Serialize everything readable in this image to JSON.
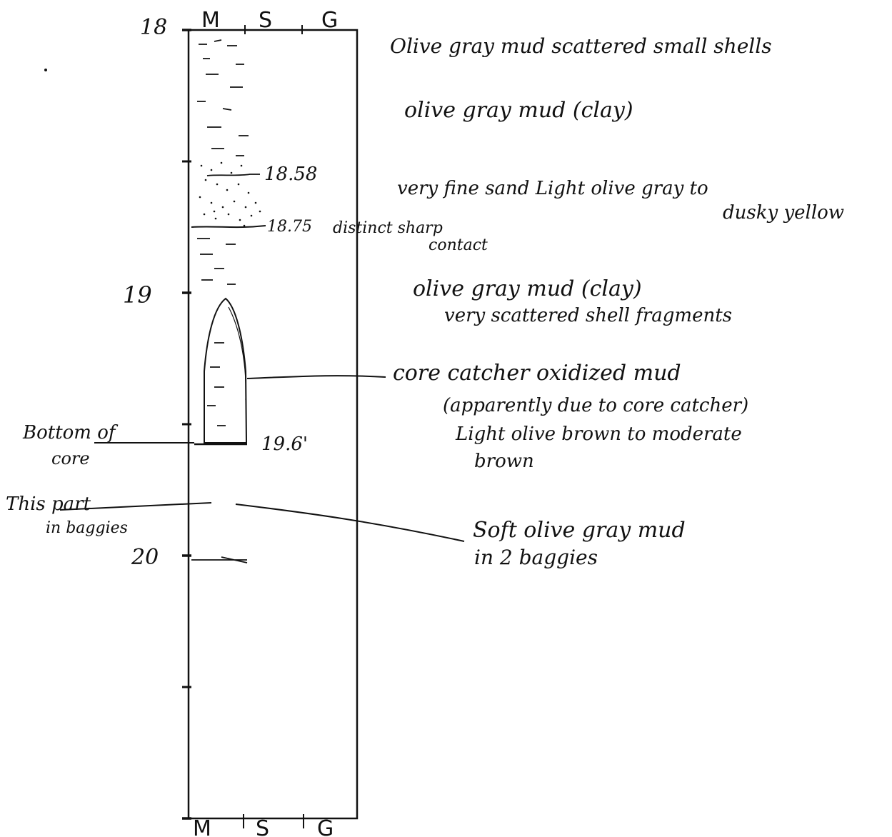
{
  "log": {
    "columns_top": [
      "M",
      "S",
      "G"
    ],
    "columns_bottom": [
      "M",
      "S",
      "G"
    ],
    "depth_labels": [
      "18",
      "19",
      "20"
    ],
    "tick_depths": [
      18,
      18.5,
      19,
      19.5,
      20,
      20.5,
      21
    ],
    "depth_range": [
      18,
      21
    ],
    "core_bottom_depth": 19.6,
    "line_color": "#111111",
    "pen_color": "#111111"
  },
  "marks": {
    "d1858": "18.58",
    "d1875": "18.75",
    "d196": "19.6'",
    "distinct": "distinct sharp",
    "contact": "contact"
  },
  "side_notes": {
    "bottom_of": "Bottom of",
    "core": "core",
    "this_part": "This part",
    "in_baggies": "in baggies"
  },
  "descriptions": [
    {
      "line1": "Olive gray mud  scattered small shells"
    },
    {
      "line1": "olive gray mud  (clay)"
    },
    {
      "line1": "very fine sand    Light olive gray to",
      "line2": "dusky yellow"
    },
    {
      "line1": "olive gray mud (clay)",
      "line2": "very scattered shell fragments"
    },
    {
      "line1": "core catcher   oxidized mud",
      "line2": "(apparently due to core catcher)",
      "line3": "Light olive brown to moderate",
      "line4": "brown"
    },
    {
      "line1": "Soft olive gray mud",
      "line2": "in 2 baggies"
    }
  ]
}
